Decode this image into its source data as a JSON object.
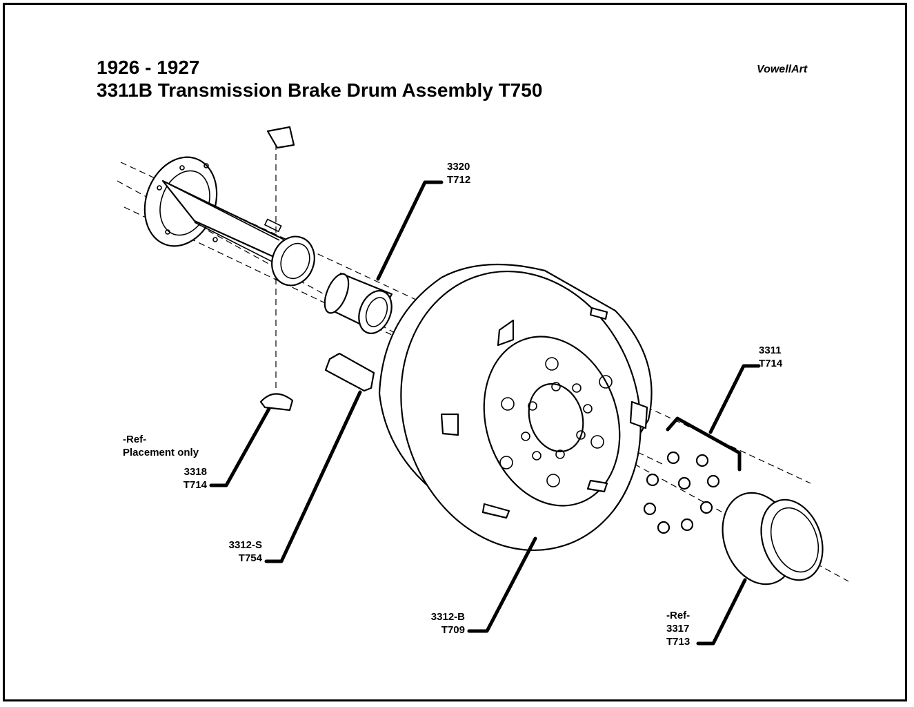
{
  "title": {
    "line1": "1926 - 1927",
    "line2": "3311B Transmission Brake Drum Assembly T750"
  },
  "credit": "VowellArt",
  "callouts": {
    "p3320": {
      "part": "3320",
      "ref": "T712"
    },
    "p3311": {
      "part": "3311",
      "ref": "T714"
    },
    "p3318": {
      "note1": "-Ref-",
      "note2": "Placement only",
      "part": "3318",
      "ref": "T714"
    },
    "p3312s": {
      "part": "3312-S",
      "ref": "T754"
    },
    "p3312b": {
      "part": "3312-B",
      "ref": "T709"
    },
    "p3317": {
      "note": "-Ref-",
      "part": "3317",
      "ref": "T713"
    }
  }
}
